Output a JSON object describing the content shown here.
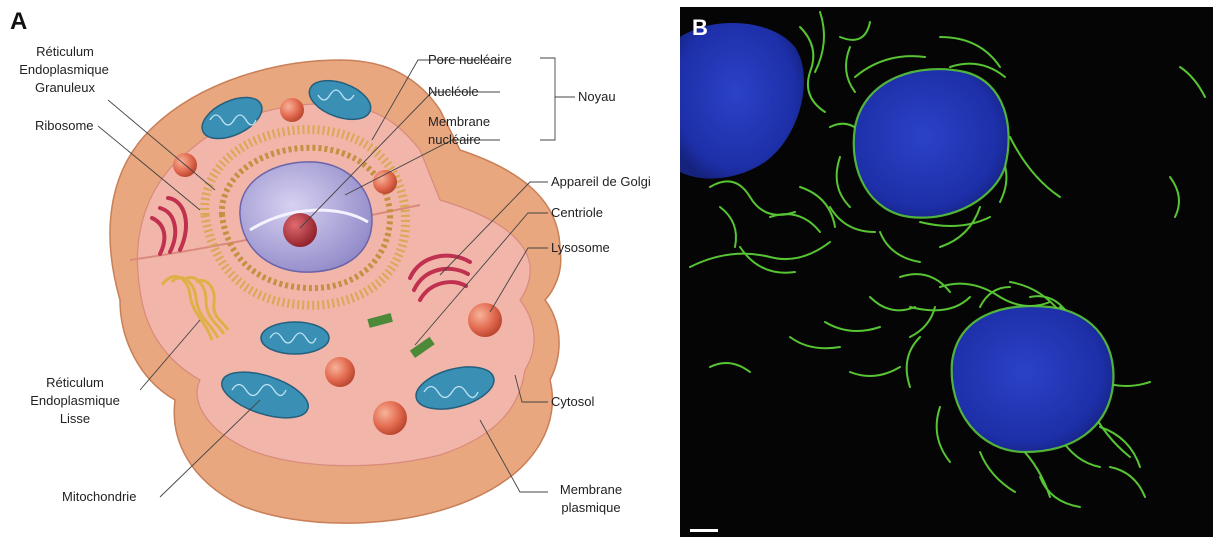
{
  "panel_a": {
    "letter": "A",
    "labels": {
      "re_granuleux_1": "Réticulum",
      "re_granuleux_2": "Endoplasmique",
      "re_granuleux_3": "Granuleux",
      "ribosome": "Ribosome",
      "pore_nucleaire": "Pore nucléaire",
      "nucleole": "Nucléole",
      "membrane_nucleaire_1": "Membrane",
      "membrane_nucleaire_2": "nucléaire",
      "noyau": "Noyau",
      "appareil_golgi": "Appareil de Golgi",
      "centriole": "Centriole",
      "lysosome": "Lysosome",
      "re_lisse_1": "Réticulum",
      "re_lisse_2": "Endoplasmique",
      "re_lisse_3": "Lisse",
      "cytosol": "Cytosol",
      "mitochondrie": "Mitochondrie",
      "membrane_plasmique_1": "Membrane",
      "membrane_plasmique_2": "plasmique"
    },
    "colors": {
      "cell_outer": "#e9a77f",
      "cytoplasm": "#f2b5aa",
      "nucleus": "#a9a3d6",
      "nucleolus": "#b0323a",
      "mitochondria": "#3a8fb5",
      "lysosome": "#e26a4f",
      "golgi": "#c0304f",
      "er_rough": "#d9a857",
      "er_smooth": "#e0b048",
      "centriole": "#4c8a3a"
    }
  },
  "panel_b": {
    "letter": "B",
    "colors": {
      "background": "#050505",
      "nucleus": "#1f33b8",
      "mitochondria": "#5ccf36",
      "letter": "#ffffff"
    }
  }
}
